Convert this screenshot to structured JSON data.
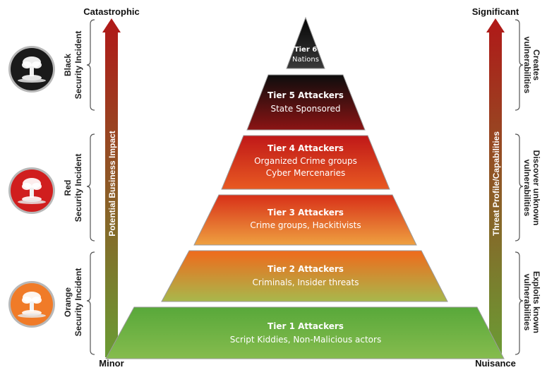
{
  "left_axis": {
    "top_label": "Catastrophic",
    "bottom_label": "Minor",
    "arrow_label": "Potential Business Impact",
    "colors": {
      "top": "#b01818",
      "bottom": "#6a9c34"
    }
  },
  "right_axis": {
    "top_label": "Significant",
    "bottom_label": "Nuisance",
    "arrow_label": "Threat Profile/Capabilities",
    "colors": {
      "top": "#b01818",
      "bottom": "#6a9c34"
    }
  },
  "incidents": [
    {
      "level": "Black",
      "label": "Security Incident",
      "icon": "mushroom-cloud-black-icon",
      "color": "#1a1a1a"
    },
    {
      "level": "Red",
      "label": "Security Incident",
      "icon": "mushroom-cloud-red-icon",
      "color": "#d01e1e"
    },
    {
      "level": "Orange",
      "label": "Security Incident",
      "icon": "mushroom-cloud-orange-icon",
      "color": "#f07b28"
    }
  ],
  "vulnerabilities": [
    {
      "lines": [
        "Creates",
        "vulnerabilities"
      ]
    },
    {
      "lines": [
        "Discover unknown",
        "vulnerabilities"
      ]
    },
    {
      "lines": [
        "Exploits known",
        "vulnerabilities"
      ]
    }
  ],
  "tiers": [
    {
      "title": "Tier 6",
      "lines": [
        "Nations"
      ],
      "colors": [
        "#050505",
        "#3a3a3a"
      ]
    },
    {
      "title": "Tier 5 Attackers",
      "lines": [
        "State Sponsored"
      ],
      "colors": [
        "#0d0d0d",
        "#8b1414"
      ]
    },
    {
      "title": "Tier 4 Attackers",
      "lines": [
        "Organized Crime groups",
        "Cyber Mercenaries"
      ],
      "colors": [
        "#c01818",
        "#e85a22"
      ]
    },
    {
      "title": "Tier 3 Attackers",
      "lines": [
        "Crime groups, Hackitivists"
      ],
      "colors": [
        "#d83018",
        "#eea040"
      ]
    },
    {
      "title": "Tier 2 Attackers",
      "lines": [
        "Criminals, Insider threats"
      ],
      "colors": [
        "#f06a1c",
        "#a8b84c"
      ]
    },
    {
      "title": "Tier 1 Attackers",
      "lines": [
        "Script Kiddies, Non-Malicious actors"
      ],
      "colors": [
        "#58a83a",
        "#86bc4e"
      ]
    }
  ]
}
